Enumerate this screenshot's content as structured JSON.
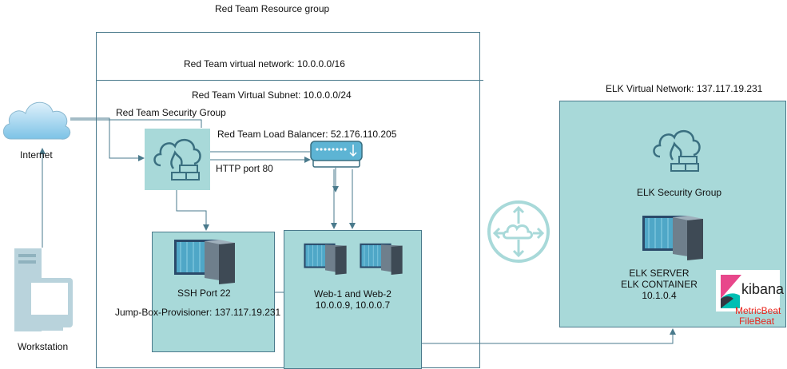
{
  "resource_group": {
    "title": "Red Team Resource group"
  },
  "vnet": {
    "label": "Red Team virtual network: 10.0.0.0/16"
  },
  "subnet": {
    "label": "Red Team Virtual Subnet: 10.0.0.0/24"
  },
  "security_group": {
    "label": "Red Team Security Group"
  },
  "load_balancer": {
    "label": "Red Team Load Balancer: 52.176.110.205"
  },
  "http": {
    "label": "HTTP port 80"
  },
  "internet": {
    "label": "Internet"
  },
  "workstation": {
    "label": "Workstation"
  },
  "jumpbox": {
    "ssh_label": "SSH Port 22",
    "name_label": "Jump-Box-Provisioner: 137.117.19.231"
  },
  "web": {
    "line1": "Web-1 and Web-2",
    "line2": "10.0.0.9, 10.0.0.7"
  },
  "elk_vnet": {
    "label": "ELK Virtual Network: 137.117.19.231"
  },
  "elk_sg": {
    "label": "ELK Security Group"
  },
  "elk_server": {
    "line1": "ELK SERVER",
    "line2": "ELK CONTAINER",
    "line3": "10.1.0.4"
  },
  "kibana": {
    "logo_text": "kibana"
  },
  "beats": {
    "metricbeat": "MetricBeat",
    "filebeat": "FileBeat",
    "color": "#e8251c"
  },
  "colors": {
    "box_fill": "#a8d9d9",
    "border": "#4a7a8c",
    "connector": "#4a7a8c",
    "icon": "#4aa3c4"
  }
}
